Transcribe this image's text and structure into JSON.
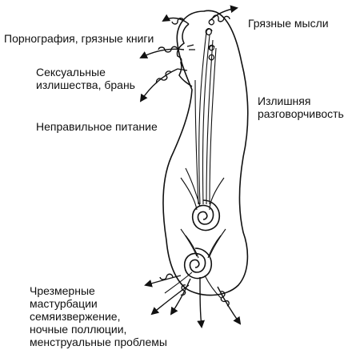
{
  "labels": {
    "dirty_thoughts": "Грязные мысли",
    "pornography": "Порнография, грязные книги",
    "sexual_excess": "Сексуальные\nизлишества, брань",
    "talkativeness": "Излишняя\nразговорчивость",
    "bad_nutrition": "Неправильное питание",
    "masturbation": "Чрезмерные\nмастурбации\nсемяизвержение,\nночные поллюции,\nменструальные проблемы"
  },
  "colors": {
    "ink": "#111111",
    "background": "#ffffff"
  },
  "icons": {
    "arrowhead": "arrowhead-icon",
    "spiral": "spiral-energy-icon",
    "coil": "coil-spring-icon"
  }
}
